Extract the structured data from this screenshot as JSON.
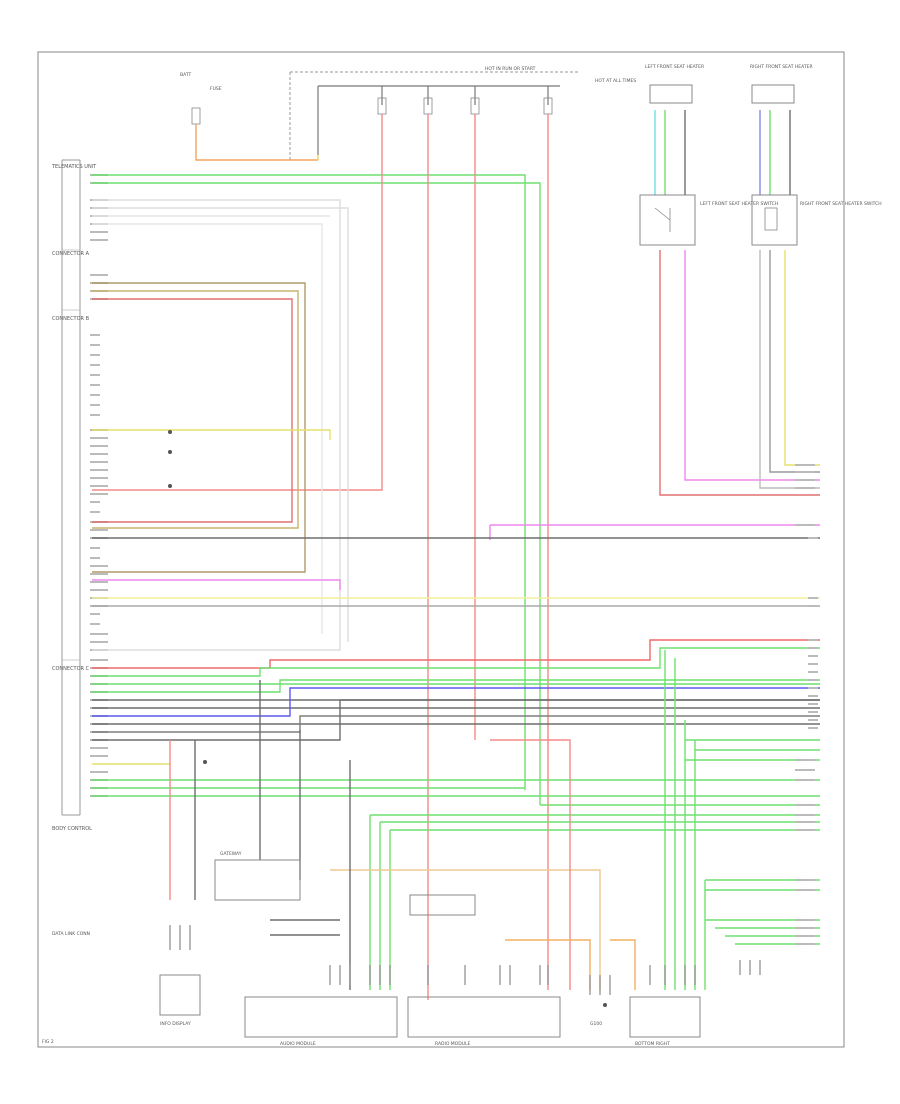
{
  "diagram": {
    "labels": {
      "fuse_battery": "BATT",
      "fuse_lbl": "FUSE",
      "hot_run": "HOT IN RUN OR START",
      "hot_at_all_times": "HOT AT ALL TIMES",
      "left_seat_heater": "LEFT FRONT SEAT HEATER",
      "right_seat_heater": "RIGHT FRONT SEAT HEATER",
      "left_seat_switch": "LEFT FRONT SEAT HEATER SWITCH",
      "right_seat_switch": "RIGHT FRONT SEAT HEATER SWITCH",
      "telematics": "TELEMATICS UNIT",
      "ecm_main": "BODY CONTROL",
      "ecm_connector_a": "CONNECTOR A",
      "ecm_connector_b": "CONNECTOR B",
      "ecm_connector_c": "CONNECTOR C",
      "gateway": "GATEWAY",
      "module_right": "BOTTOM RIGHT",
      "ground": "G100",
      "sub_label_1": "DATA LINK CONN",
      "audio_module": "AUDIO MODULE",
      "radio_module": "RADIO MODULE",
      "display_module": "INFO DISPLAY",
      "footer_code": "FIG 2"
    }
  }
}
